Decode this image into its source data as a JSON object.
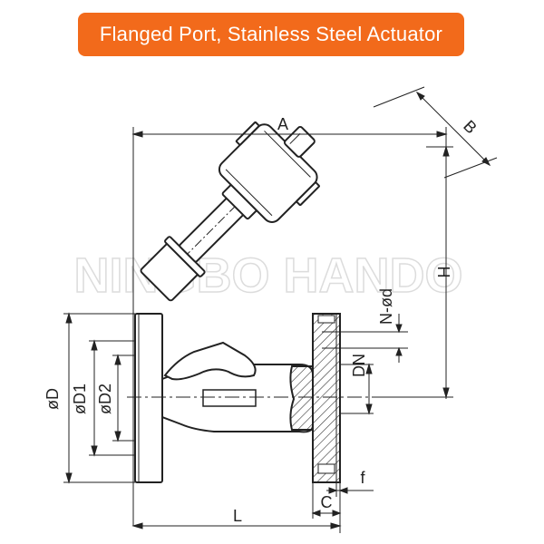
{
  "title": "Flanged Port, Stainless Steel Actuator",
  "watermark": "NINGBO HANDO",
  "dimensions": {
    "A": "A",
    "B": "B",
    "H": "H",
    "N_d": "N-ød",
    "DN": "DN",
    "D": "øD",
    "D1": "øD1",
    "D2": "øD2",
    "L": "L",
    "C": "C",
    "f": "f"
  },
  "colors": {
    "banner": "#f26a1b",
    "line": "#222222"
  }
}
